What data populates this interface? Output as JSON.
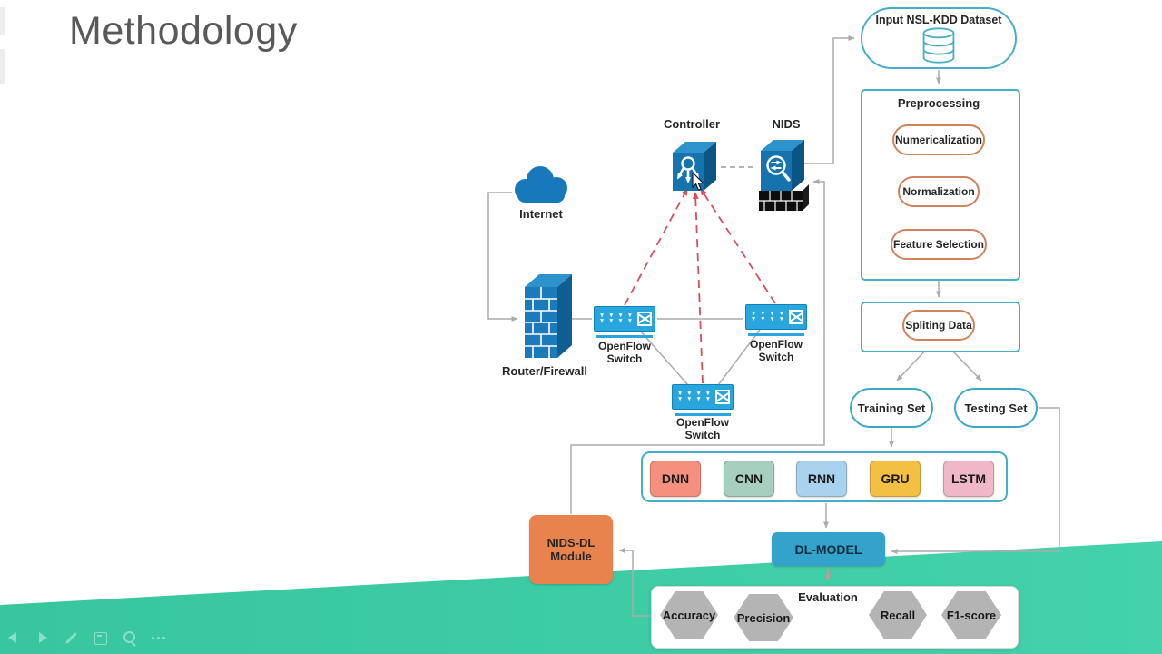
{
  "slide": {
    "title": "Methodology"
  },
  "network": {
    "internet_label": "Internet",
    "router_label": "Router/Firewall",
    "controller_label": "Controller",
    "nids_label": "NIDS",
    "switch_label": "OpenFlow Switch"
  },
  "pipeline": {
    "dataset_label": "Input NSL-KDD Dataset",
    "preprocessing_title": "Preprocessing",
    "preprocessing_steps": [
      "Numericalization",
      "Normalization",
      "Feature Selection"
    ],
    "splitting_label": "Spliting Data",
    "training_label": "Training Set",
    "testing_label": "Testing Set",
    "models": [
      {
        "label": "DNN",
        "color": "#F5907F"
      },
      {
        "label": "CNN",
        "color": "#A7CFC0"
      },
      {
        "label": "RNN",
        "color": "#A9D2EE"
      },
      {
        "label": "GRU",
        "color": "#F3C044"
      },
      {
        "label": "LSTM",
        "color": "#F0B7C8"
      }
    ],
    "dl_model_label": "DL-MODEL",
    "nids_dl_label": "NIDS-DL Module",
    "evaluation_title": "Evaluation",
    "metrics": [
      "Accuracy",
      "Precision",
      "Recall",
      "F1-score"
    ]
  },
  "icons": {
    "switch_port": "▼"
  },
  "colors": {
    "wedge_green": "#3BCBA3",
    "diagram_teal": "#45AFC8",
    "pill_orange_border": "#D0835B",
    "module_orange": "#E8834E",
    "dl_model_blue": "#33A3CC",
    "device_blue": "#1573AE",
    "switch_blue": "#2AA6DE",
    "dashed_red": "#D94F5C",
    "connector_gray": "#ABABAB",
    "hexagon_gray": "#B4B4B4"
  },
  "presenter_toolbar": {
    "icons": [
      "previous-slide",
      "next-slide",
      "pen",
      "annotation-panel",
      "magnifier",
      "more-options"
    ]
  }
}
